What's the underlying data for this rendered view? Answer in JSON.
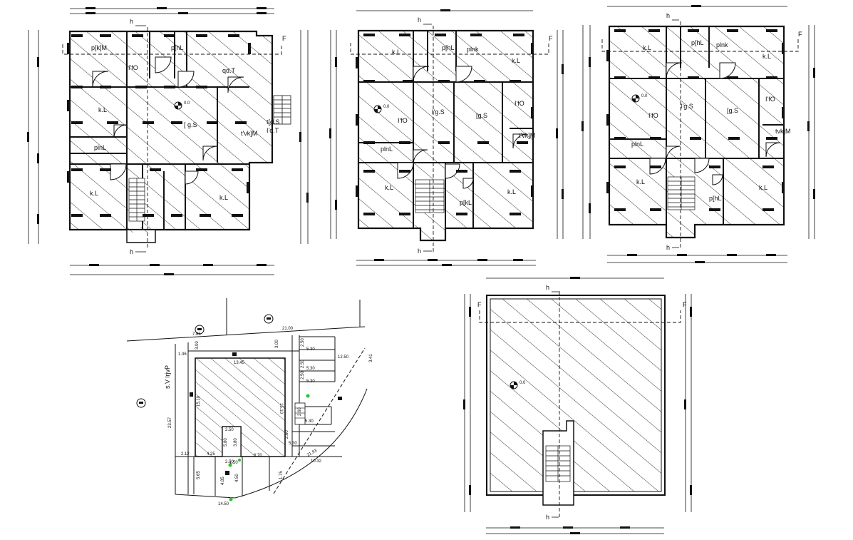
{
  "colors": {
    "line": "#111111",
    "hatch": "#222222",
    "bg": "#ffffff",
    "marker": "#111111",
    "green": "#2fbf2f"
  },
  "markers": {
    "section_h": "h",
    "section_f": "F"
  },
  "plan1": {
    "rooms": [
      "k.L",
      "k.L",
      "k.L",
      "I'fO",
      "[ g.S",
      "plnL",
      "p[hL",
      "p[k]M",
      "qd.T",
      "t'vk]M",
      "I'o.T",
      "t[d.S"
    ],
    "level": "0.0"
  },
  "plan2": {
    "rooms": [
      "k.L",
      "k.L",
      "k.L",
      "k.L",
      "I'fO",
      "I'g.S",
      "[g.S",
      "p[hL",
      "plnk",
      "plnL",
      "p[kL",
      "t'vk]M",
      "I'fO"
    ],
    "level": "0.0"
  },
  "plan3": {
    "rooms": [
      "k.L",
      "k.L",
      "k.L",
      "k.L",
      "I'fO",
      "I'g.S",
      "[g.S",
      "p[hL",
      "plnL",
      "plnk",
      "p[hL",
      "tvk]M",
      "I'fO"
    ],
    "level": "0.0"
  },
  "site": {
    "dims": [
      "21.00",
      "7.85",
      "3.00",
      "3.00",
      "1.36",
      "13.45",
      "12.50",
      "3.41",
      "2.50",
      "5.30",
      "2.50",
      "5.30",
      "2.50",
      "5.30",
      "15.10",
      "15.10",
      "2.60",
      "5.30",
      "2.60",
      "5.30",
      "23.57",
      "2.50",
      "5.80",
      "2.50",
      "3.80",
      "2.12",
      "4.25",
      "6.70",
      "21.93",
      "10.32",
      "1.50",
      "5.65",
      "4.85",
      "4.50",
      "1.75",
      "14.50"
    ],
    "road": "s.V lrjvP"
  },
  "roof": {
    "level": "0.0"
  }
}
